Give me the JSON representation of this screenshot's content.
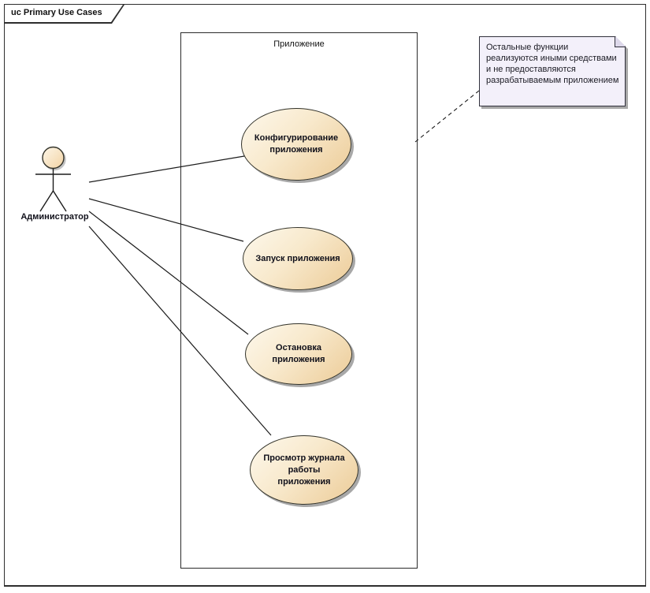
{
  "frame": {
    "label": "uc Primary Use Cases"
  },
  "system_boundary": {
    "label": "Приложение"
  },
  "actor": {
    "label": "Администратор"
  },
  "use_cases": [
    {
      "label": "Конфигурирование приложения"
    },
    {
      "label": "Запуск приложения"
    },
    {
      "label": "Остановка приложения"
    },
    {
      "label": "Просмотр журнала работы приложения"
    }
  ],
  "note": {
    "text": "Остальные функции реализуются иными средствами и не предоставляются разрабатываемым приложением"
  },
  "connectors": [
    {
      "from": "Администратор",
      "to": "Конфигурирование приложения",
      "type": "association"
    },
    {
      "from": "Администратор",
      "to": "Запуск приложения",
      "type": "association"
    },
    {
      "from": "Администратор",
      "to": "Остановка приложения",
      "type": "association"
    },
    {
      "from": "Администратор",
      "to": "Просмотр журнала работы приложения",
      "type": "association"
    },
    {
      "from": "note",
      "to": "Приложение",
      "type": "note-attachment"
    }
  ],
  "colors": {
    "usecase_fill_light": "#fdf8ec",
    "usecase_fill_dark": "#eccb97",
    "shape_border": "#33332a",
    "note_fill": "#f3f0fa",
    "note_fold": "#ddd8ea",
    "shadow": "#a8a8a8",
    "connector": "#1c1c1c",
    "background": "#ffffff"
  }
}
